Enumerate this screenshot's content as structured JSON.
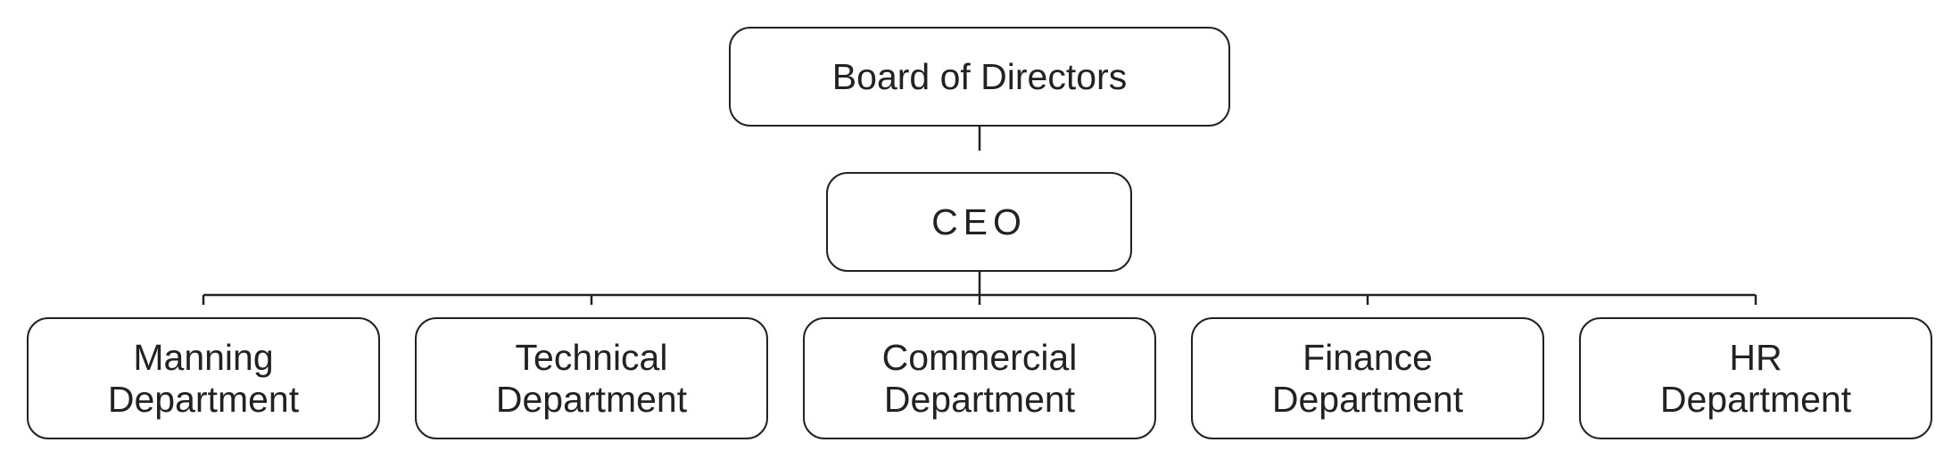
{
  "org_chart": {
    "board": {
      "label": "Board of Directors"
    },
    "ceo": {
      "label": "CEO"
    },
    "departments": [
      {
        "label": "Manning\nDepartment"
      },
      {
        "label": "Technical\nDepartment"
      },
      {
        "label": "Commercial\nDepartment"
      },
      {
        "label": "Finance\nDepartment"
      },
      {
        "label": "HR\nDepartment"
      }
    ]
  },
  "colors": {
    "line": "#222222",
    "background": "#ffffff"
  }
}
